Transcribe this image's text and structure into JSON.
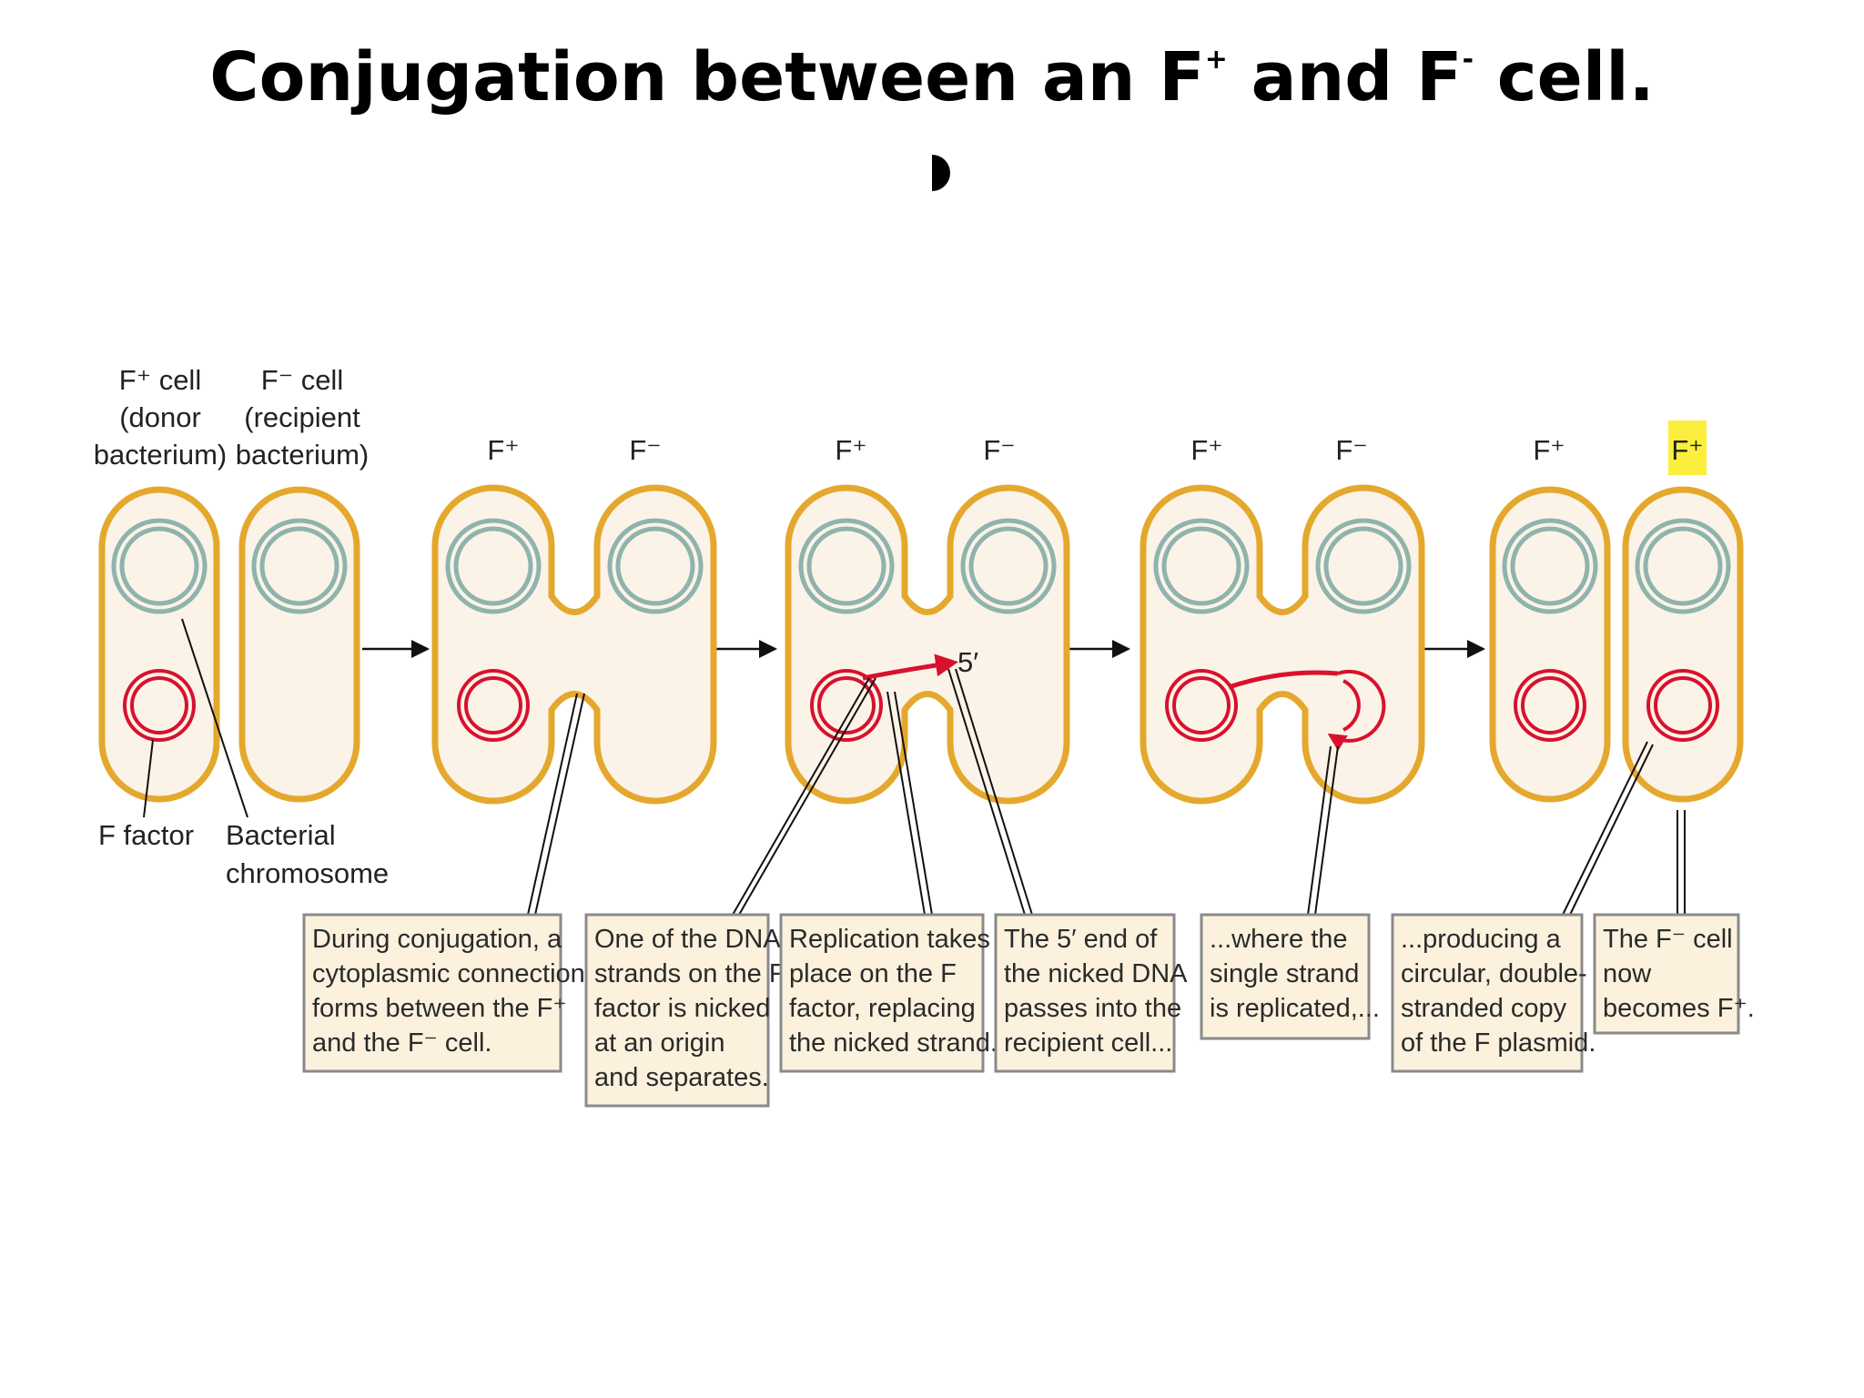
{
  "title": {
    "text": "Conjugation between an F",
    "plus": "+",
    "and": " and F",
    "minus": "-",
    "end": " cell."
  },
  "colors": {
    "cell_outline": "#e4a82d",
    "cell_fill": "#fbf3e8",
    "chromosome": "#8fb3ad",
    "f_factor": "#d8112e",
    "highlight": "#fbee3c",
    "box_fill": "#fcf1dd"
  },
  "labels": {
    "fplus_cell": [
      "F⁺ cell",
      "(donor",
      "bacterium)"
    ],
    "fminus_cell": [
      "F⁻ cell",
      "(recipient",
      "bacterium)"
    ],
    "f_factor": "F factor",
    "bacterial_chromosome": [
      "Bacterial",
      "chromosome"
    ],
    "five_prime": "5′"
  },
  "stage_headers": [
    {
      "left": "F⁺",
      "right": "F⁻"
    },
    {
      "left": "F⁺",
      "right": "F⁻"
    },
    {
      "left": "F⁺",
      "right": "F⁻"
    },
    {
      "left": "F⁺",
      "right": "F⁺"
    }
  ],
  "captions": [
    [
      "During conjugation, a",
      "cytoplasmic connection",
      "forms between the F⁺",
      "and the F⁻ cell."
    ],
    [
      "One of the DNA",
      "strands on the F",
      "factor is nicked",
      "at an origin",
      "and separates."
    ],
    [
      "Replication takes",
      "place on the F",
      "factor, replacing",
      "the nicked strand."
    ],
    [
      "The 5′ end of",
      "the nicked DNA",
      "passes into the",
      "recipient cell..."
    ],
    [
      "...where the",
      "single strand",
      "is replicated,..."
    ],
    [
      "...producing a",
      "circular, double-",
      "stranded copy",
      "of the F plasmid."
    ],
    [
      "The F⁻ cell",
      "now",
      "becomes F⁺."
    ]
  ]
}
